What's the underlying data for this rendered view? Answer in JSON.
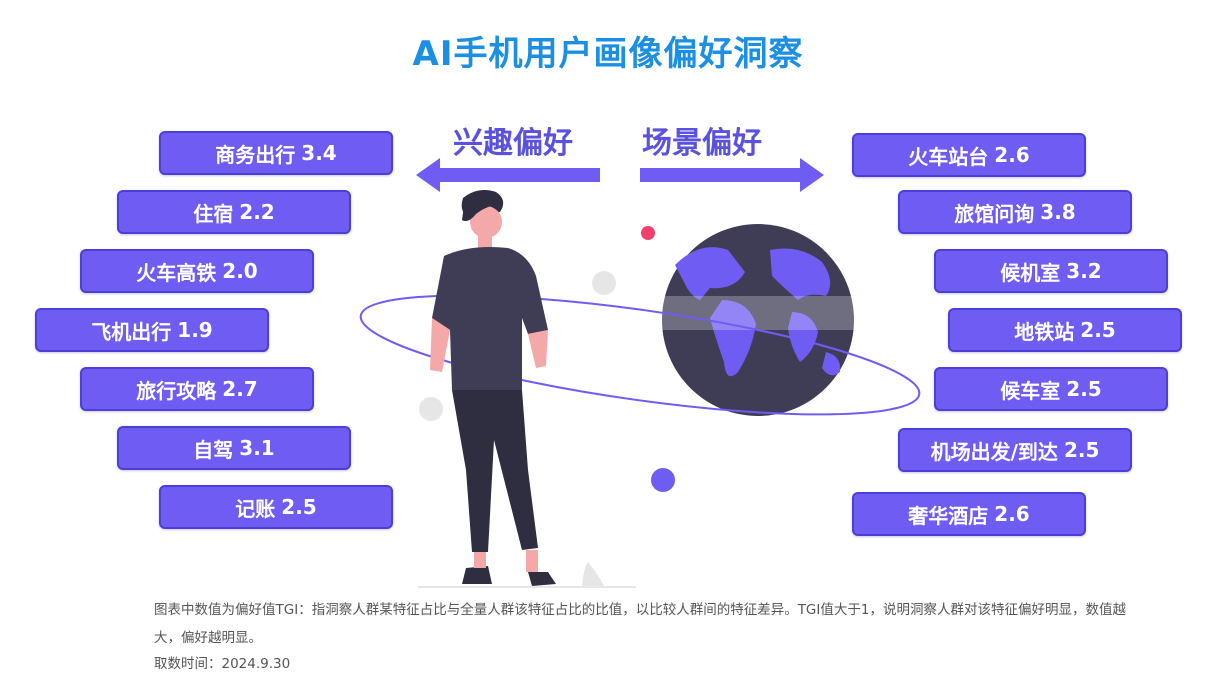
{
  "title": "AI手机用户画像偏好洞察",
  "interest": {
    "heading": "兴趣偏好",
    "items": [
      {
        "label": "商务出行",
        "value": "3.4"
      },
      {
        "label": "住宿",
        "value": "2.2"
      },
      {
        "label": "火车高铁",
        "value": "2.0"
      },
      {
        "label": "飞机出行",
        "value": "1.9"
      },
      {
        "label": "旅行攻略",
        "value": "2.7"
      },
      {
        "label": "自驾",
        "value": "3.1"
      },
      {
        "label": "记账",
        "value": "2.5"
      }
    ]
  },
  "scene": {
    "heading": "场景偏好",
    "items": [
      {
        "label": "火车站台",
        "value": "2.6"
      },
      {
        "label": "旅馆问询",
        "value": "3.8"
      },
      {
        "label": "候机室",
        "value": "3.2"
      },
      {
        "label": "地铁站",
        "value": "2.5"
      },
      {
        "label": "候车室",
        "value": "2.5"
      },
      {
        "label": "机场出发/到达",
        "value": "2.5"
      },
      {
        "label": "奢华酒店",
        "value": "2.6"
      }
    ]
  },
  "footer": {
    "note": "图表中数值为偏好值TGI：指洞察人群某特征占比与全量人群该特征占比的比值，以比较人群间的特征差异。TGI值大于1，说明洞察人群对该特征偏好明显，数值越大，偏好越明显。",
    "date": "取数时间：2024.9.30"
  },
  "colors": {
    "title": "#1a8fe3",
    "pill": "#6f5cf2",
    "pill_border": "#4b3fd8",
    "heading": "#5a51dd",
    "figure": "#2f2e41",
    "skin": "#f4a8a8"
  },
  "illustration": {
    "person": "person-standing-icon",
    "globe": "globe-icon"
  }
}
